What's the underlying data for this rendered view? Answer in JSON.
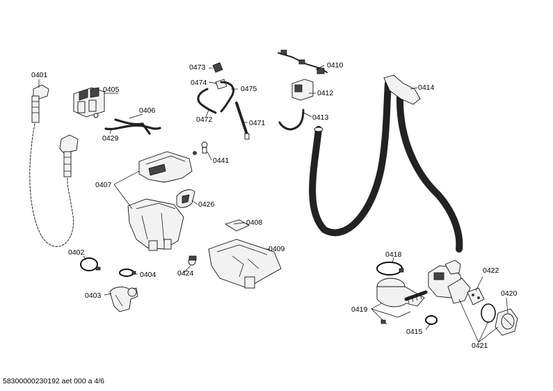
{
  "labels": {
    "p0401": "0401",
    "p0402": "0402",
    "p0403": "0403",
    "p0404": "0404",
    "p0405": "0405",
    "p0406": "0406",
    "p0407": "0407",
    "p0408": "0408",
    "p0409": "0409",
    "p0410": "0410",
    "p0412": "0412",
    "p0413": "0413",
    "p0414": "0414",
    "p0415": "0415",
    "p0418": "0418",
    "p0419": "0419",
    "p0420": "0420",
    "p0421": "0421",
    "p0422": "0422",
    "p0424": "0424",
    "p0426": "0426",
    "p0429": "0429",
    "p0441": "0441",
    "p0471": "0471",
    "p0472": "0472",
    "p0473": "0473",
    "p0474": "0474",
    "p0475": "0475"
  },
  "footer": {
    "doc_id": "58300000230192 aet 000 a 4/6"
  }
}
